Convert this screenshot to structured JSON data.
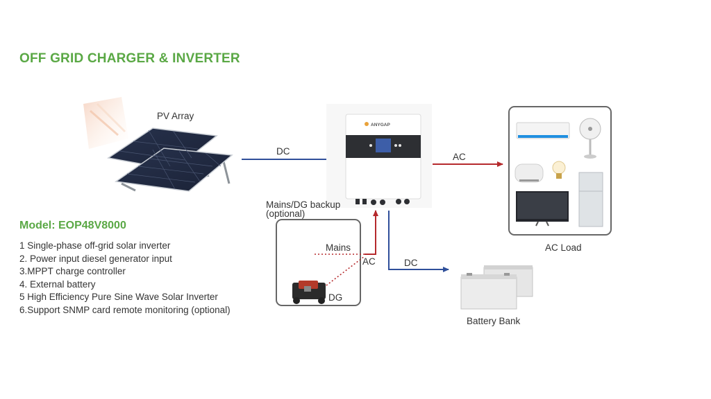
{
  "title": "OFF GRID CHARGER & INVERTER",
  "model": "Model: EOP48V8000",
  "features": [
    "1 Single-phase off-grid solar inverter",
    "2. Power input diesel generator input",
    "3.MPPT charge controller",
    "4. External battery",
    "5 High Efficiency Pure Sine Wave Solar Inverter",
    "6.Support SNMP card remote monitoring (optional)"
  ],
  "labels": {
    "pv_array": "PV Array",
    "dc_pv": "DC",
    "ac_load_arrow": "AC",
    "mains_backup_line1": "Mains/DG backup",
    "mains_backup_line2": "(optional)",
    "mains": "Mains",
    "ac_dg": "AC",
    "dg": "DG",
    "dc_battery": "DC",
    "ac_load": "AC Load",
    "battery_bank": "Battery Bank",
    "brand": "ANYGAP"
  },
  "colors": {
    "accent_green": "#5aa845",
    "dc_arrow": "#2f4f9a",
    "ac_arrow": "#b5292c"
  }
}
